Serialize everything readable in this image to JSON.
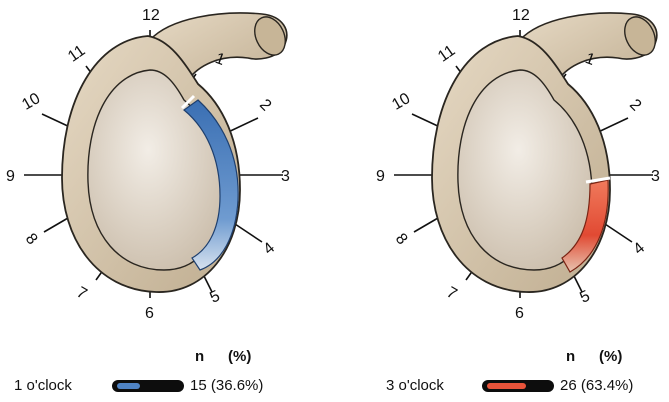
{
  "header": {
    "n_label": "n",
    "pct_label": "(%)"
  },
  "clock_labels": [
    "12",
    "1",
    "2",
    "3",
    "4",
    "5",
    "6",
    "7",
    "8",
    "9",
    "10",
    "11"
  ],
  "panels": [
    {
      "label": "1 o'clock",
      "count": "15 (36.6%)",
      "highlight_color": "#4f83c4",
      "percent": 36.6
    },
    {
      "label": "3 o'clock",
      "count": "26 (63.4%)",
      "highlight_color": "#e8533a",
      "percent": 63.4
    }
  ],
  "colors": {
    "bone": "#d8c9b1",
    "bone_dark": "#b9a78a",
    "glenoid": "#e3dbd1",
    "outline": "#2a2620"
  }
}
